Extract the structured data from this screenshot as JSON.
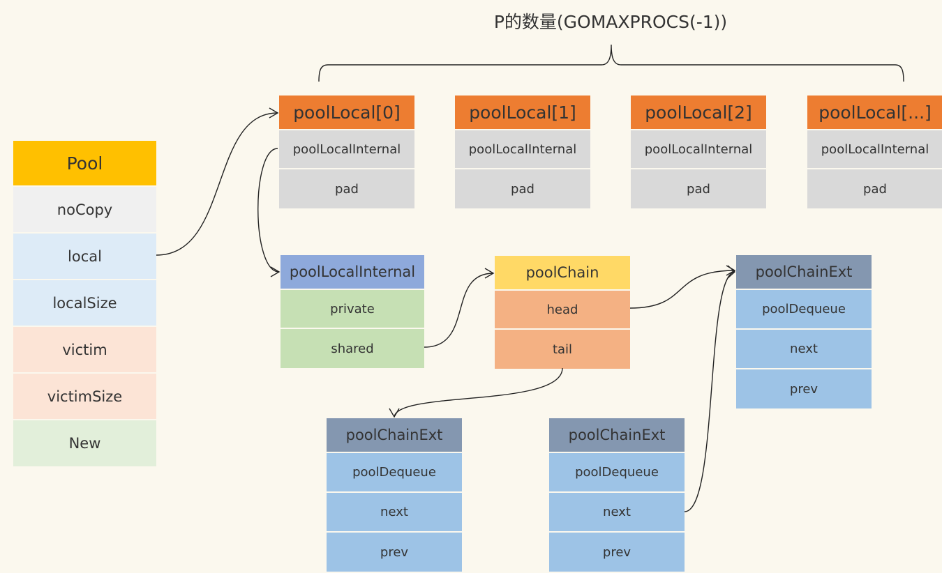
{
  "title": "P的数量(GOMAXPROCS(-1))",
  "pool": {
    "header": "Pool",
    "fields": [
      "noCopy",
      "local",
      "localSize",
      "victim",
      "victimSize",
      "New"
    ]
  },
  "pool_locals": [
    {
      "header": "poolLocal[0]",
      "fields": [
        "poolLocalInternal",
        "pad"
      ]
    },
    {
      "header": "poolLocal[1]",
      "fields": [
        "poolLocalInternal",
        "pad"
      ]
    },
    {
      "header": "poolLocal[2]",
      "fields": [
        "poolLocalInternal",
        "pad"
      ]
    },
    {
      "header": "poolLocal[...]",
      "fields": [
        "poolLocalInternal",
        "pad"
      ]
    }
  ],
  "pool_local_internal": {
    "header": "poolLocalInternal",
    "fields": [
      "private",
      "shared"
    ]
  },
  "pool_chain": {
    "header": "poolChain",
    "fields": [
      "head",
      "tail"
    ]
  },
  "pool_chain_ext_top": {
    "header": "poolChainExt",
    "fields": [
      "poolDequeue",
      "next",
      "prev"
    ]
  },
  "pool_chain_ext_left": {
    "header": "poolChainExt",
    "fields": [
      "poolDequeue",
      "next",
      "prev"
    ]
  },
  "pool_chain_ext_right": {
    "header": "poolChainExt",
    "fields": [
      "poolDequeue",
      "next",
      "prev"
    ]
  },
  "colors": {
    "background": "#FBF8EE",
    "pool_header": "#FFC000",
    "pool_nocopy": "#F0F0F0",
    "pool_local": "#DDEBF7",
    "pool_victim": "#FCE4D6",
    "pool_new": "#E2EFDA",
    "pool_local_header": "#ED7D31",
    "gray_cell": "#D9D9D9",
    "internal_header": "#8EA9DB",
    "green_cell": "#C6E0B4",
    "chain_header": "#FFD966",
    "chain_cell": "#F4B183",
    "ext_header": "#8497B0",
    "ext_cell": "#9DC3E6"
  }
}
